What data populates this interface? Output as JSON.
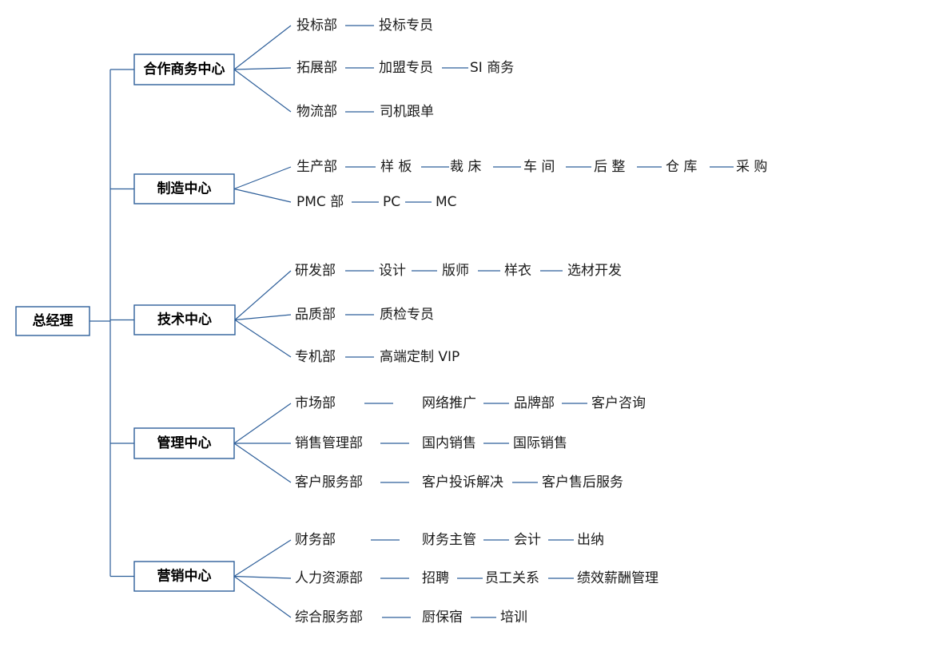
{
  "root": "总经理",
  "centers": [
    {
      "label": "合作商务中心",
      "departments": [
        {
          "name": "投标部",
          "chain": [
            "投标专员"
          ]
        },
        {
          "name": "拓展部",
          "chain": [
            "加盟专员",
            "SI 商务"
          ]
        },
        {
          "name": "物流部",
          "chain": [
            "司机跟单"
          ]
        }
      ]
    },
    {
      "label": "制造中心",
      "departments": [
        {
          "name": "生产部",
          "chain": [
            "样 板",
            "裁 床",
            "车 间",
            "后 整",
            "仓 库",
            "采 购"
          ]
        },
        {
          "name": "PMC 部",
          "chain": [
            "PC",
            "MC"
          ]
        }
      ]
    },
    {
      "label": "技术中心",
      "departments": [
        {
          "name": "研发部",
          "chain": [
            "设计",
            "版师",
            "样衣",
            "选材开发"
          ]
        },
        {
          "name": "品质部",
          "chain": [
            "质检专员"
          ]
        },
        {
          "name": "专机部",
          "chain": [
            "高端定制 VIP"
          ]
        }
      ]
    },
    {
      "label": "管理中心",
      "departments": [
        {
          "name": "市场部",
          "chain": [
            "网络推广",
            "品牌部",
            "客户咨询"
          ]
        },
        {
          "name": "销售管理部",
          "chain": [
            "国内销售",
            "国际销售"
          ]
        },
        {
          "name": "客户服务部",
          "chain": [
            "客户投诉解决",
            "客户售后服务"
          ]
        }
      ]
    },
    {
      "label": "营销中心",
      "departments": [
        {
          "name": "财务部",
          "chain": [
            "财务主管",
            "会计",
            "出纳"
          ]
        },
        {
          "name": "人力资源部",
          "chain": [
            "招聘",
            "员工关系",
            "绩效薪酬管理"
          ]
        },
        {
          "name": "综合服务部",
          "chain": [
            "厨保宿",
            "培训"
          ]
        }
      ]
    }
  ]
}
